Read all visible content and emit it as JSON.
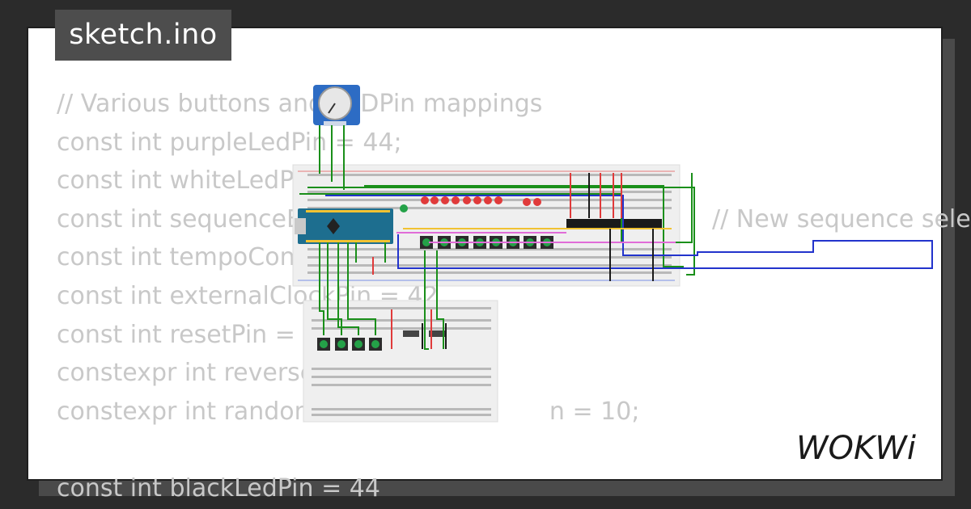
{
  "file_tab": {
    "label": "sketch.ino"
  },
  "code_lines": [
    "// Various buttons and LEDPin mappings",
    "const int purpleLedPin = 44;",
    "const int whiteLedPin",
    "const int sequenceB                                                     // New sequence sele",
    "const int tempoCon",
    "const int externalClockPin = 42",
    "const int resetPin = 4",
    "constexpr int reverse",
    "constexpr int random                              n = 10;",
    "",
    "const int blackLedPin = 44"
  ],
  "logo": {
    "text": "WOKWi"
  },
  "colors": {
    "background": "#2b2b2b",
    "card": "#ffffff",
    "code_text": "#c8c8c8",
    "tab_bg": "#4d4d4d",
    "arduino": "#1d6e8f",
    "wire_green": "#1a8f1a",
    "wire_blue": "#2233cc",
    "led_red": "#e03a3a"
  }
}
